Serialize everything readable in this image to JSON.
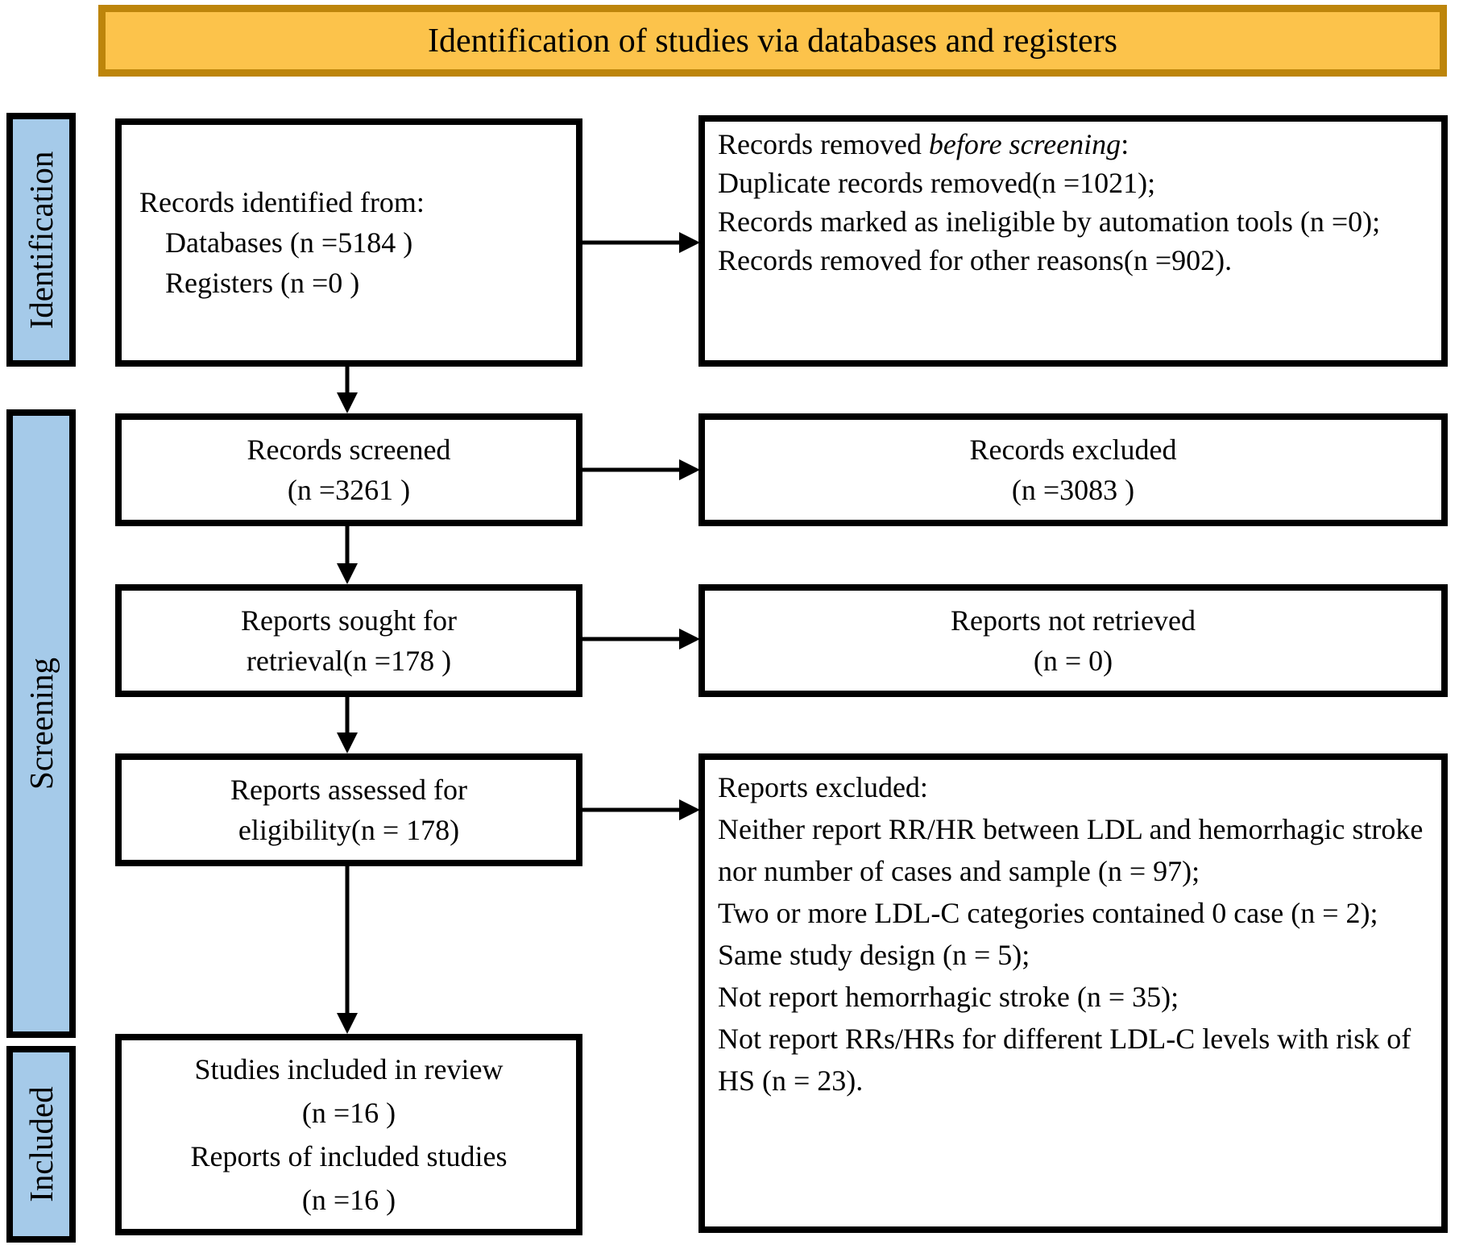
{
  "banner": {
    "title": "Identification of studies via databases and registers"
  },
  "sidebar": {
    "identification": "Identification",
    "screening": "Screening",
    "included": "Included"
  },
  "boxes": {
    "records_identified": {
      "line1": "Records identified from:",
      "line2": "Databases (n =5184 )",
      "line3": "Registers (n =0 )"
    },
    "records_removed": {
      "line1_pre": "Records removed ",
      "line1_italic": "before screening",
      "line1_post": ":",
      "line2": "Duplicate records removed(n =1021);",
      "line3": "Records marked as ineligible by automation tools (n =0);",
      "line4": "Records removed for other reasons(n =902)."
    },
    "records_screened": {
      "line1": "Records screened",
      "line2": "(n =3261 )"
    },
    "records_excluded": {
      "line1": "Records excluded",
      "line2": "(n =3083 )"
    },
    "reports_sought": {
      "line1": "Reports sought for",
      "line2": "retrieval(n =178 )"
    },
    "reports_not_retrieved": {
      "line1": "Reports not retrieved",
      "line2": "(n = 0)"
    },
    "reports_assessed": {
      "line1": "Reports assessed for",
      "line2": "eligibility(n = 178)"
    },
    "reports_excluded": {
      "line1": "Reports excluded:",
      "line2": "Neither report RR/HR between LDL and hemorrhagic stroke nor number of cases and sample (n = 97);",
      "line3": "Two or more LDL-C categories contained 0 case (n = 2);",
      "line4": "Same study design (n = 5);",
      "line5": "Not report hemorrhagic stroke (n = 35);",
      "line6": "Not report RRs/HRs for different LDL-C levels with risk of HS (n = 23)."
    },
    "studies_included": {
      "line1": "Studies included in review",
      "line2": "(n =16 )",
      "line3": "Reports of included studies",
      "line4": "(n =16 )"
    }
  },
  "colors": {
    "banner_fill": "#FCC34B",
    "banner_border": "#BD850B",
    "sidebar_fill": "#A5CAE9",
    "box_border": "#000000"
  }
}
